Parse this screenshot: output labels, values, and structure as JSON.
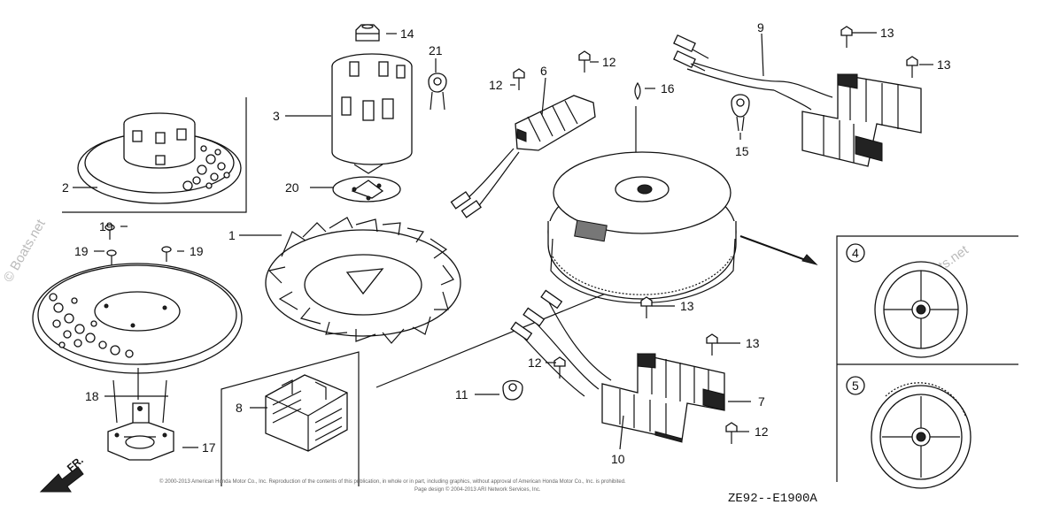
{
  "diagram": {
    "callouts": [
      "1",
      "2",
      "3",
      "4",
      "5",
      "6",
      "7",
      "8",
      "9",
      "10",
      "11",
      "12",
      "13",
      "14",
      "15",
      "16",
      "17",
      "18",
      "19",
      "20",
      "21"
    ],
    "direction_label": "FR.",
    "diagram_code": "ZE92--E1900A",
    "watermark": "© Boats.net",
    "copyright_line_1": "© 2000-2013 American Honda Motor Co., Inc. Reproduction of the contents of this publication, in whole or in part, including graphics, without approval of American Honda Motor Co., Inc. is prohibited.",
    "copyright_line_2": "Page design © 2004-2013 ARI Network Services, Inc."
  }
}
